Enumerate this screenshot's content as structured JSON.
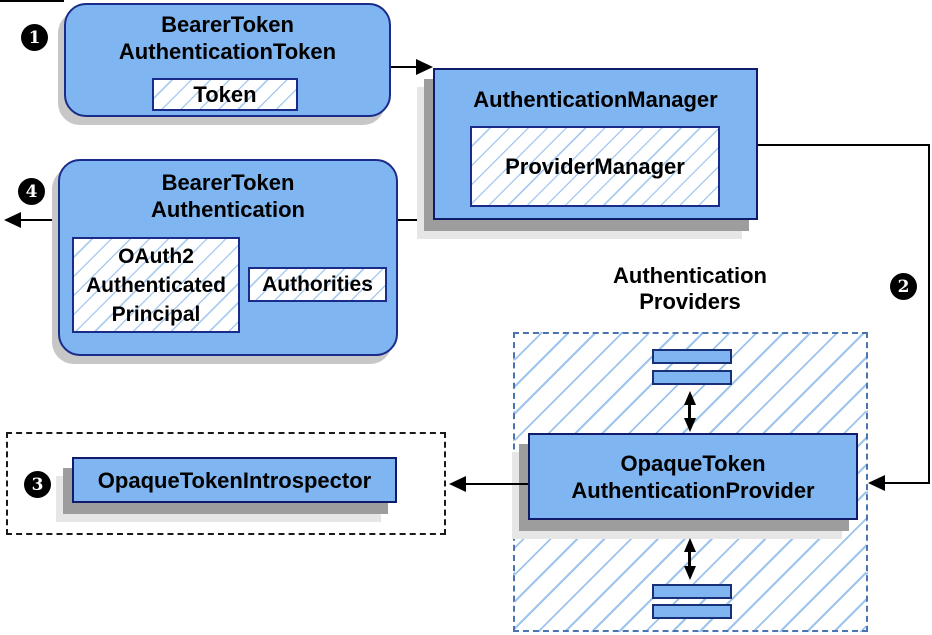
{
  "colors": {
    "node_fill": "#7fb5f0",
    "node_border": "#1b2b8a",
    "rect_node_border": "#101c6b",
    "hatch_line": "#abccf1",
    "providers_dash_border": "#4a73b2",
    "introspector_dash_border": "#1a1a1a",
    "shadow_dark": "#9d9d9d",
    "shadow_light": "#e6e6e6",
    "rounded_shadow": "#c7c7c7",
    "connector": "#000000",
    "badge_bg": "#000000",
    "badge_text": "#ffffff"
  },
  "badges": {
    "step1": "1",
    "step2": "2",
    "step3": "3",
    "step4": "4"
  },
  "nodes": {
    "btat": {
      "title_lines": [
        "BearerToken",
        "AuthenticationToken"
      ],
      "token_label": "Token"
    },
    "auth_manager": {
      "title": "AuthenticationManager",
      "provider_manager_label": "ProviderManager"
    },
    "bta": {
      "title_lines": [
        "BearerToken",
        "Authentication"
      ],
      "principal_lines": [
        "OAuth2",
        "Authenticated",
        "Principal"
      ],
      "authorities_label": "Authorities"
    },
    "providers_group": {
      "label_lines": [
        "Authentication",
        "Providers"
      ]
    },
    "otap": {
      "title_lines": [
        "OpaqueToken",
        "AuthenticationProvider"
      ]
    },
    "oti": {
      "label": "OpaqueTokenIntrospector"
    }
  }
}
